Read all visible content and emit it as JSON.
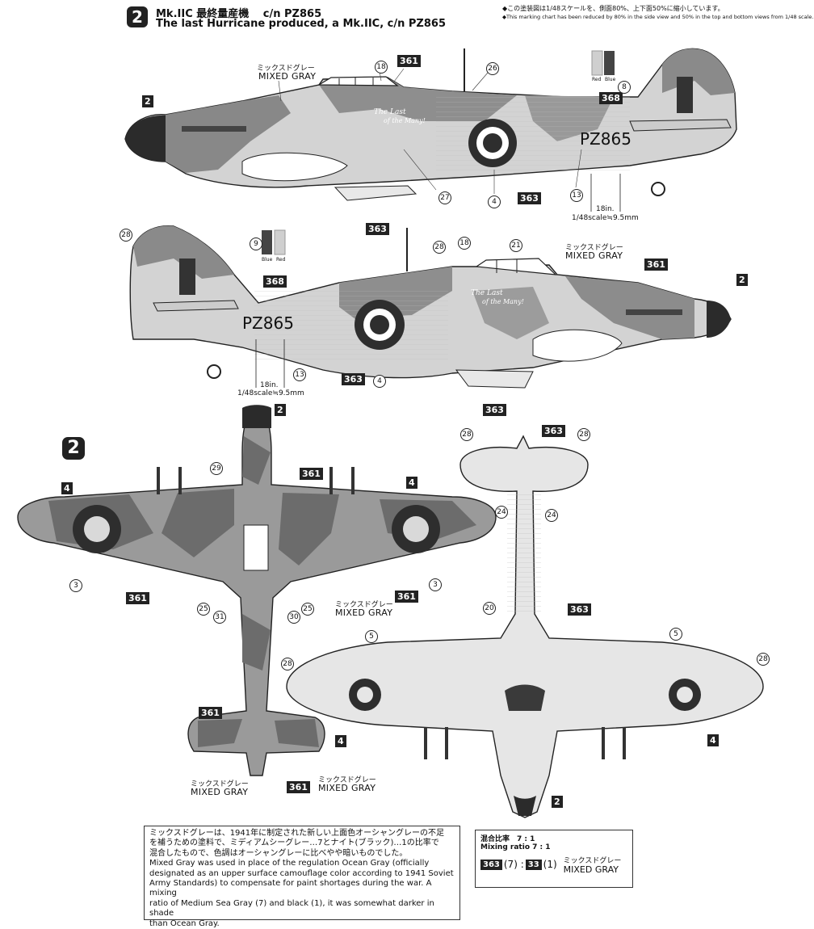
{
  "header": {
    "badge": "2",
    "line1_jp": "Mk.IIC 最終量産機　 c/n PZ865",
    "line2": "The last Hurricane produced, a Mk.IIC, c/n PZ865",
    "note1": "◆この塗装図は1/48スケールを、側面80%、上下面50%に縮小しています。",
    "note2": "◆This marking chart has been reduced by 80% in the side view and 50% in the top and bottom views from 1/48 scale."
  },
  "labels": {
    "mixed_gray_jp": "ミックスドグレー",
    "mixed_gray_en": "MIXED GRAY",
    "serial": "PZ865",
    "nose_art_1": "The Last",
    "nose_art_2": "of the Many!",
    "scale_top": "18in.",
    "scale_bottom": "1/48scale≒9.5mm",
    "red": "Red",
    "blue": "Blue",
    "section_badge": "2"
  },
  "callouts": {
    "c361": "361",
    "c363": "363",
    "c368": "368",
    "c2": "2",
    "c4": "4"
  },
  "circles": {
    "n3": "3",
    "n4": "4",
    "n5": "5",
    "n8": "8",
    "n9": "9",
    "n13": "13",
    "n18": "18",
    "n20": "20",
    "n21": "21",
    "n24": "24",
    "n25": "25",
    "n26": "26",
    "n27": "27",
    "n28": "28",
    "n29": "29",
    "n30": "30",
    "n31": "31"
  },
  "text_box": {
    "jp_1": "ミックスドグレーは、1941年に制定された新しい上面色オーシャングレーの不足",
    "jp_2": "を補うための塗料で、ミディアムシーグレー…7とナイト(ブラック)…1の比率で",
    "jp_3": "混合したもので、色調はオーシャングレーに比べやや暗いものでした。",
    "en_1": "Mixed Gray was used in place of the regulation Ocean Gray (officially",
    "en_2": "designated as an upper surface camouflage color according to 1941 Soviet",
    "en_3": "Army Standards) to compensate for paint shortages during the war. A mixing",
    "en_4": "ratio of Medium Sea Gray (7) and black (1), it was somewhat darker in shade",
    "en_5": "than Ocean Gray."
  },
  "mix_box": {
    "jp": "混合比率　7 : 1",
    "en": "Mixing ratio 7 : 1",
    "c363": "363",
    "part1": "(7) :",
    "c33": "33",
    "part2": "(1)",
    "name_jp": "ミックスドグレー",
    "name_en": "MIXED GRAY"
  },
  "colors": {
    "mixed_gray": "#9a9a9a",
    "dark_green": "#6c6c6c",
    "underside": "#d9d9d9",
    "roundel_blue": "#3a3a3a",
    "roundel_red": "#2a2a2a",
    "spinner": "#2b2b2b"
  }
}
